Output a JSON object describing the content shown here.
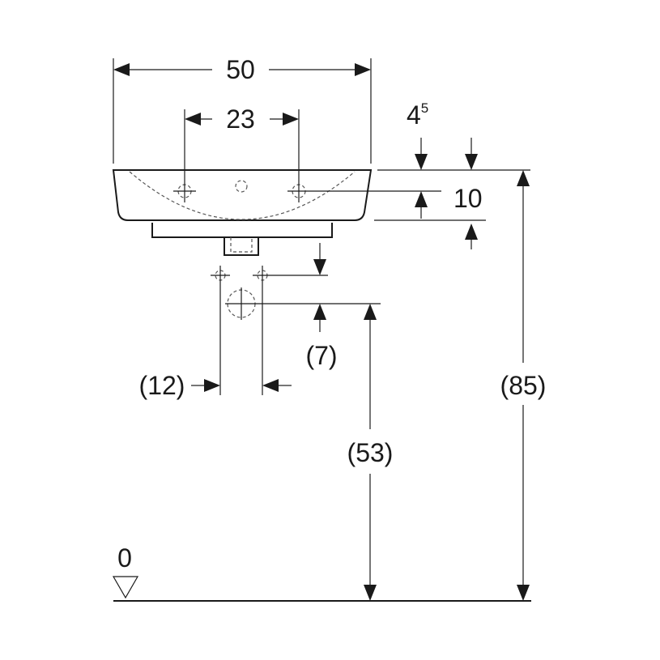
{
  "dimensions": {
    "width_total": "50",
    "tap_hole_spacing": "23",
    "rim_offset_base": "4",
    "rim_offset_sup": "5",
    "basin_depth": "10",
    "drain_drop": "(7)",
    "drain_spacing": "(12)",
    "drain_height": "(53)",
    "rim_height": "(85)",
    "floor_level": "0"
  }
}
